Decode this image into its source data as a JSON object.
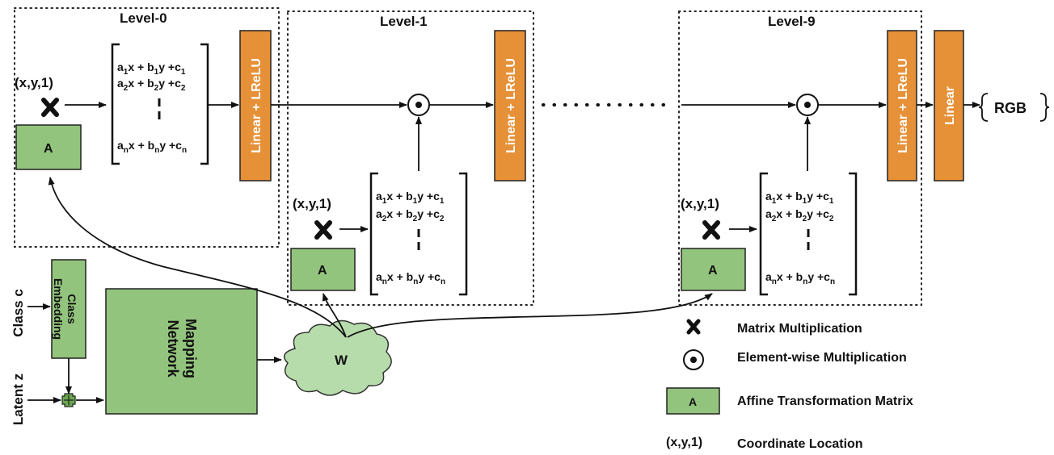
{
  "levels": [
    {
      "title": "Level-0",
      "layer_label": "Linear + LReLU"
    },
    {
      "title": "Level-1",
      "layer_label": "Linear + LReLU"
    },
    {
      "title": "Level-9",
      "layer_label": "Linear + LReLU"
    }
  ],
  "coord_label": "(x,y,1)",
  "affine_label": "A",
  "matrix_rows": [
    {
      "a": "a",
      "i": "1",
      "p1": "x + b",
      "p2": "y +c"
    },
    {
      "a": "a",
      "i": "2",
      "p1": "x + b",
      "p2": "y +c"
    },
    {
      "a": "a",
      "i": "n",
      "p1": "x + b",
      "p2": "y +c"
    }
  ],
  "final_linear_label": "Linear",
  "output_label": "RGB",
  "inputs": {
    "class_label": "Class c",
    "latent_label": "Latent z",
    "class_embedding_label": "Class Embedding",
    "mapping_network_label": "Mapping Network",
    "w_label": "W"
  },
  "legend": [
    {
      "icon": "x-mark-icon",
      "label": "Matrix Multiplication"
    },
    {
      "icon": "odot-icon",
      "label": "Element-wise Multiplication"
    },
    {
      "icon": "affine-box-icon",
      "symbol": "A",
      "label": "Affine Transformation Matrix"
    },
    {
      "icon": "coord-text",
      "symbol": "(x,y,1)",
      "label": "Coordinate Location"
    }
  ],
  "colors": {
    "green": "#93c47d",
    "orange": "#e69138",
    "cloud": "#b6dcab"
  }
}
